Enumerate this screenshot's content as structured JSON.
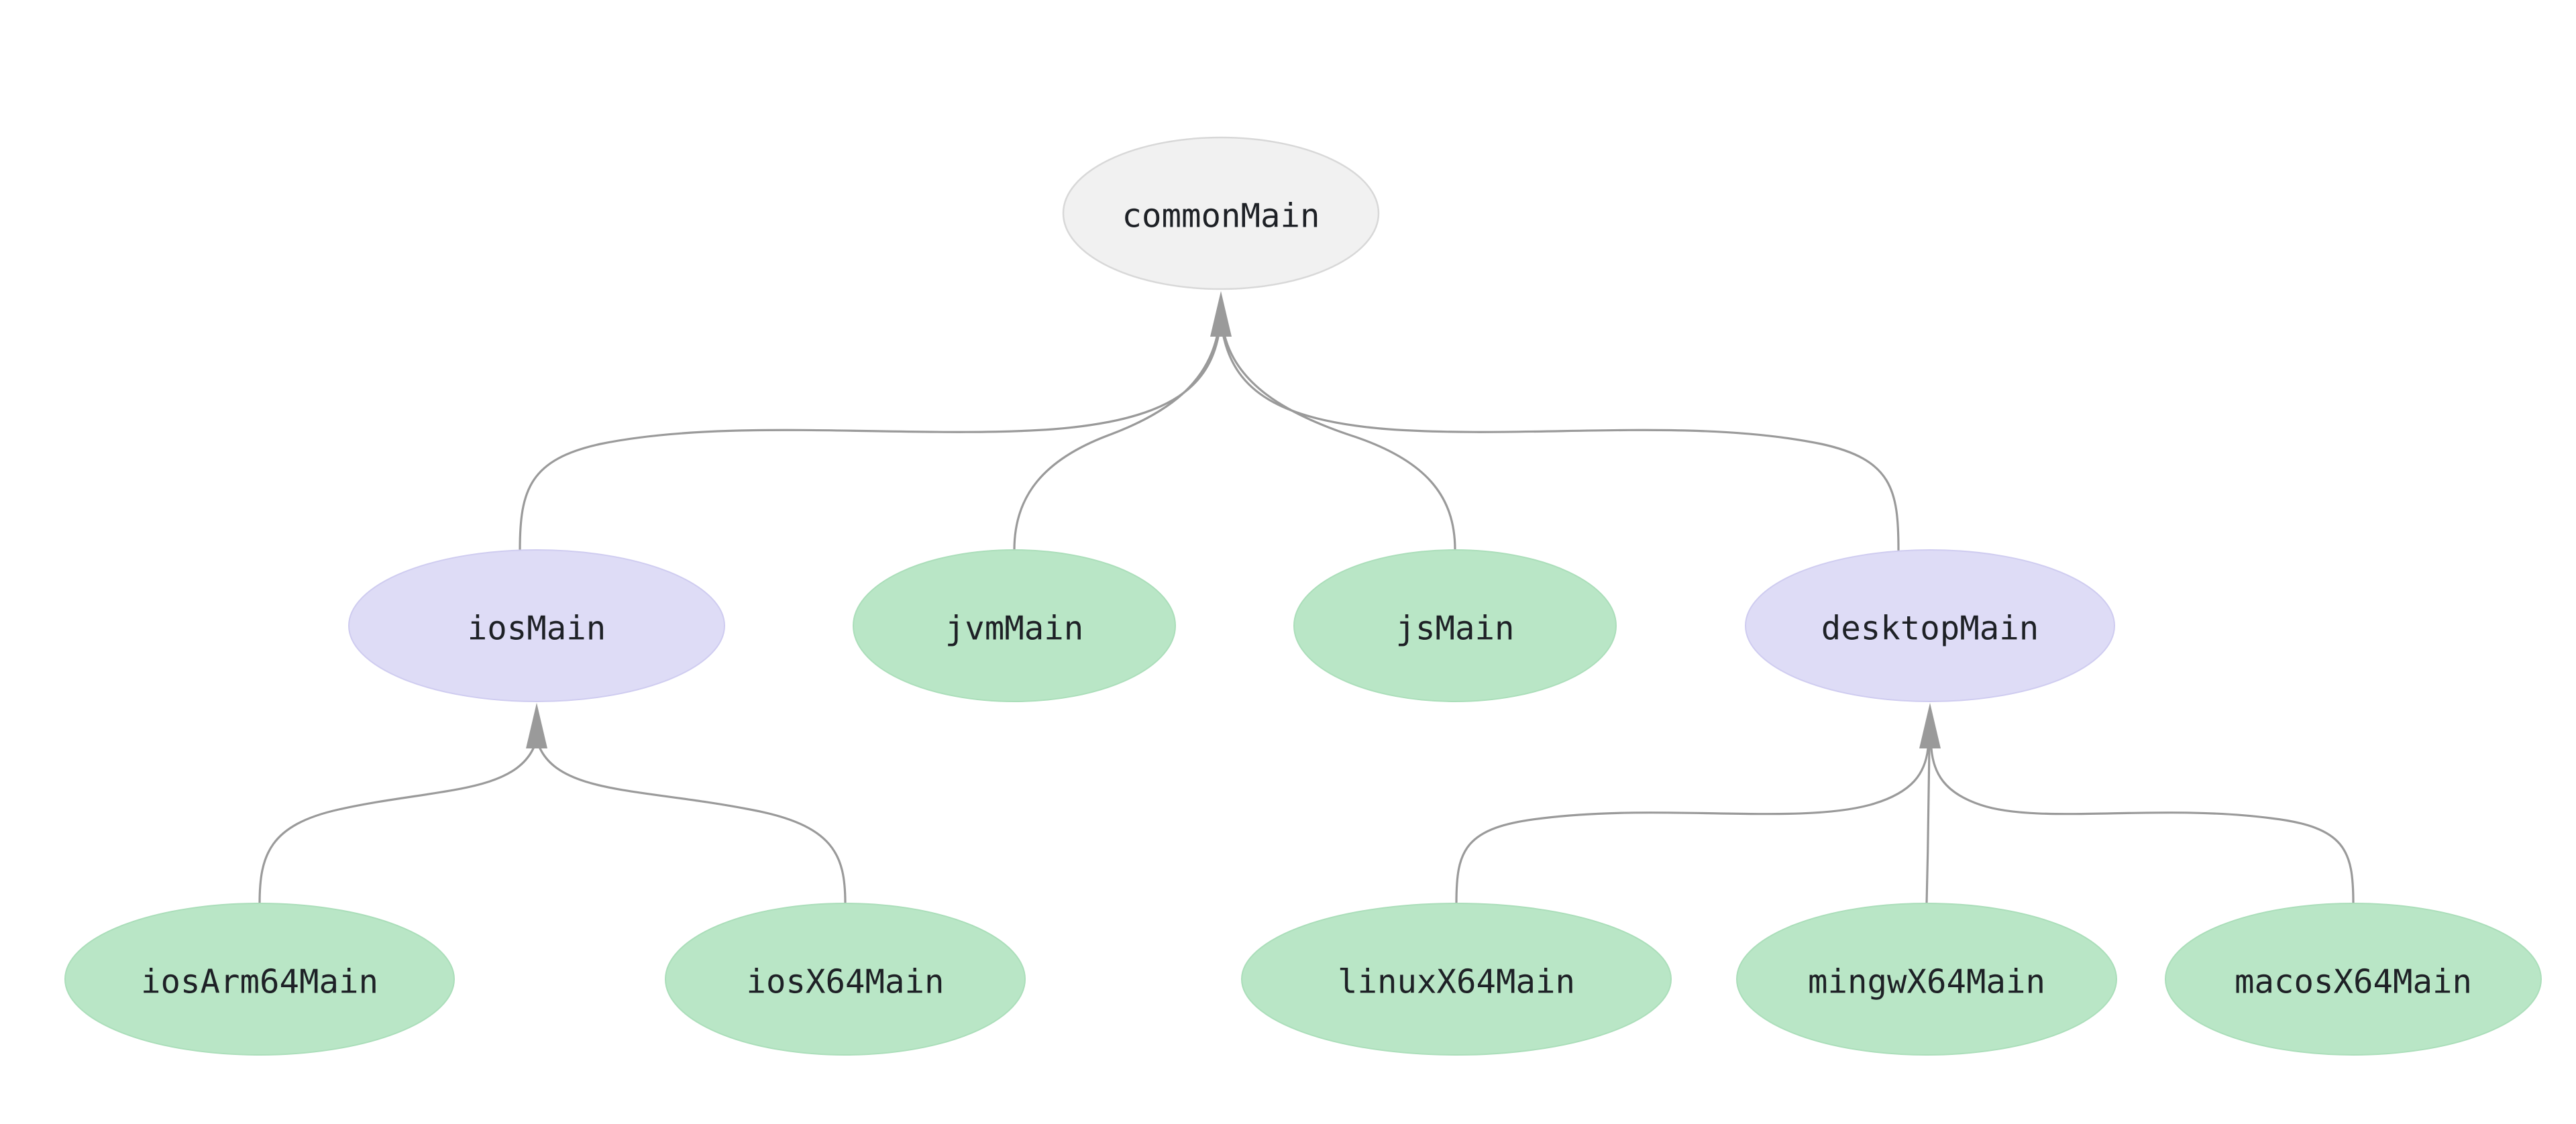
{
  "diagram_type": "source-set-hierarchy-tree",
  "colors": {
    "background": "#ffffff",
    "edge": "#9a9a9a",
    "arrowhead": "#9a9a9a",
    "root_fill": "#f1f1f1",
    "root_border": "#d8d8d8",
    "intermediate_fill": "#dedcf6",
    "intermediate_border": "#cfccf0",
    "leaf_fill": "#b9e6c6",
    "leaf_border": "#abdeba",
    "text": "#1e2126"
  },
  "nodes": [
    {
      "id": "commonMain",
      "label": "commonMain",
      "kind": "root"
    },
    {
      "id": "iosMain",
      "label": "iosMain",
      "kind": "intermediate"
    },
    {
      "id": "jvmMain",
      "label": "jvmMain",
      "kind": "leaf"
    },
    {
      "id": "jsMain",
      "label": "jsMain",
      "kind": "leaf"
    },
    {
      "id": "desktopMain",
      "label": "desktopMain",
      "kind": "intermediate"
    },
    {
      "id": "iosArm64Main",
      "label": "iosArm64Main",
      "kind": "leaf"
    },
    {
      "id": "iosX64Main",
      "label": "iosX64Main",
      "kind": "leaf"
    },
    {
      "id": "linuxX64Main",
      "label": "linuxX64Main",
      "kind": "leaf"
    },
    {
      "id": "mingwX64Main",
      "label": "mingwX64Main",
      "kind": "leaf"
    },
    {
      "id": "macosX64Main",
      "label": "macosX64Main",
      "kind": "leaf"
    }
  ],
  "edges": [
    {
      "from": "iosMain",
      "to": "commonMain"
    },
    {
      "from": "jvmMain",
      "to": "commonMain"
    },
    {
      "from": "jsMain",
      "to": "commonMain"
    },
    {
      "from": "desktopMain",
      "to": "commonMain"
    },
    {
      "from": "iosArm64Main",
      "to": "iosMain"
    },
    {
      "from": "iosX64Main",
      "to": "iosMain"
    },
    {
      "from": "linuxX64Main",
      "to": "desktopMain"
    },
    {
      "from": "mingwX64Main",
      "to": "desktopMain"
    },
    {
      "from": "macosX64Main",
      "to": "desktopMain"
    }
  ]
}
